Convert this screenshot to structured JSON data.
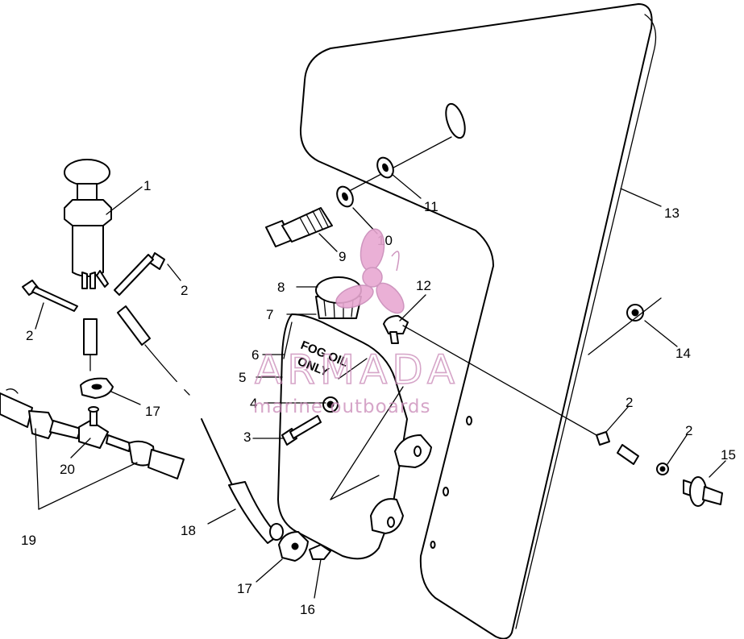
{
  "diagram": {
    "callouts": {
      "c1": "1",
      "c2a": "2",
      "c2b": "2",
      "c2c": "2",
      "c2d": "2",
      "c3": "3",
      "c4": "4",
      "c5": "5",
      "c6": "6",
      "c7": "7",
      "c8": "8",
      "c9": "9",
      "c10": "10",
      "c11": "11",
      "c12": "12",
      "c13": "13",
      "c14": "14",
      "c15": "15",
      "c16": "16",
      "c17a": "17",
      "c17b": "17",
      "c18": "18",
      "c19": "19",
      "c20": "20"
    },
    "decal": {
      "line1": "FOG OIL",
      "line2": "ONLY"
    },
    "watermark": {
      "brand": "ARMADA",
      "tagline": "marine outboards",
      "color": "#c98ab8"
    }
  }
}
